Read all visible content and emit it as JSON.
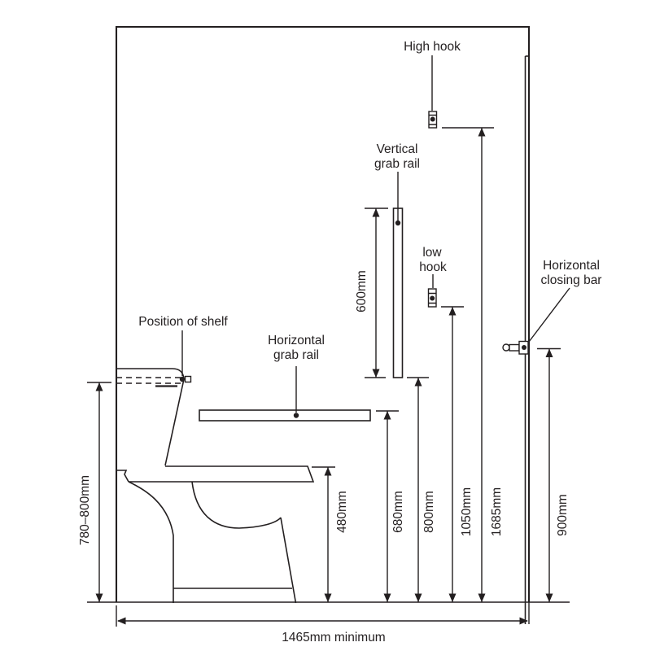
{
  "annotations": {
    "high_hook": {
      "lines": [
        "High hook"
      ]
    },
    "vertical_grab_rail": {
      "lines": [
        "Vertical",
        "grab rail"
      ]
    },
    "low_hook": {
      "lines": [
        "low",
        "hook"
      ]
    },
    "horizontal_closing_bar": {
      "lines": [
        "Horizontal",
        "closing bar"
      ]
    },
    "position_of_shelf": {
      "lines": [
        "Position of shelf"
      ]
    },
    "horizontal_grab_rail": {
      "lines": [
        "Horizontal",
        "grab rail"
      ]
    }
  },
  "dimensions": {
    "shelf_height": "780–800mm",
    "vertical_rail_length": "600mm",
    "seat_height": "480mm",
    "horizontal_rail_height": "680mm",
    "vertical_rail_bottom_height": "800mm",
    "low_hook_height": "1050mm",
    "high_hook_height": "1685mm",
    "closing_bar_height": "900mm",
    "room_width": "1465mm minimum"
  },
  "colors": {
    "ink": "#231f20",
    "background": "#ffffff"
  }
}
